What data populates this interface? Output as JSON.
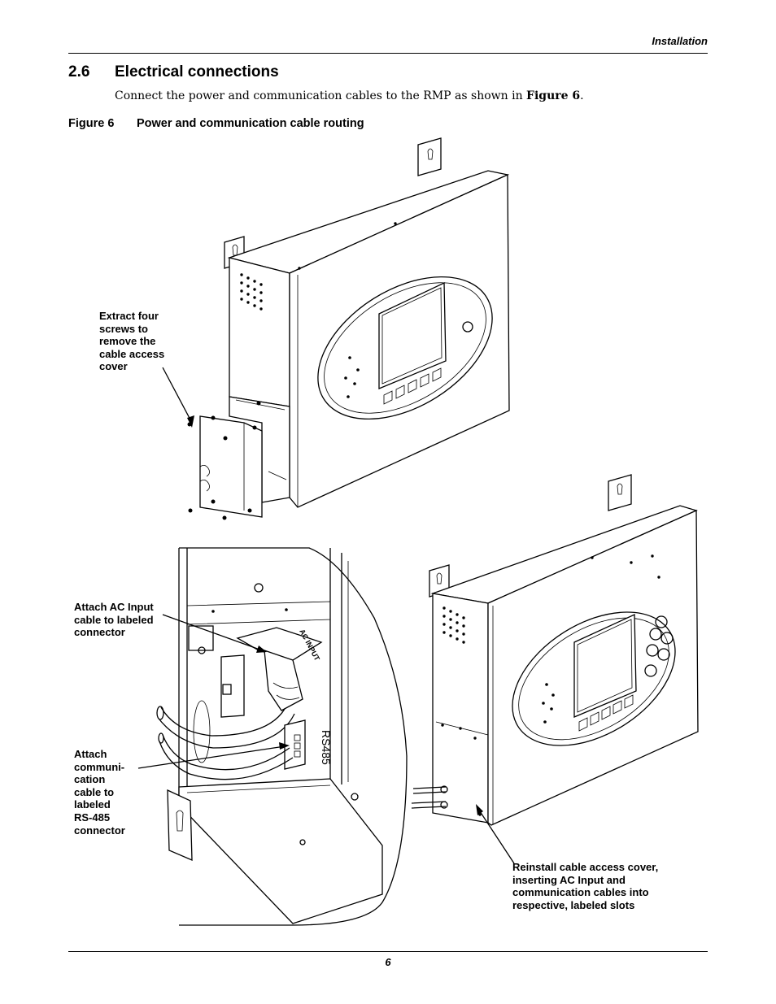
{
  "header": {
    "section_name": "Installation"
  },
  "section": {
    "number": "2.6",
    "title": "Electrical connections",
    "intro_text": "Connect the power and communication cables to the RMP as shown in",
    "intro_ref": "Figure 6",
    "intro_end": "."
  },
  "figure": {
    "label": "Figure 6",
    "title": "Power and communication cable routing",
    "callouts": {
      "extract_screws": "Extract four\nscrews to\nremove the\ncable access\ncover",
      "attach_ac": "Attach AC Input\ncable to labeled\nconnector",
      "attach_comm": "Attach\ncommuni-\ncation\ncable to\nlabeled\nRS-485\nconnector",
      "reinstall": "Reinstall cable access cover,\ninserting AC Input and\ncommunication cables into\nrespective, labeled slots"
    },
    "drawing_text": {
      "rs485": "RS485",
      "ac_input": "AC INPUT"
    }
  },
  "footer": {
    "page_number": "6"
  }
}
